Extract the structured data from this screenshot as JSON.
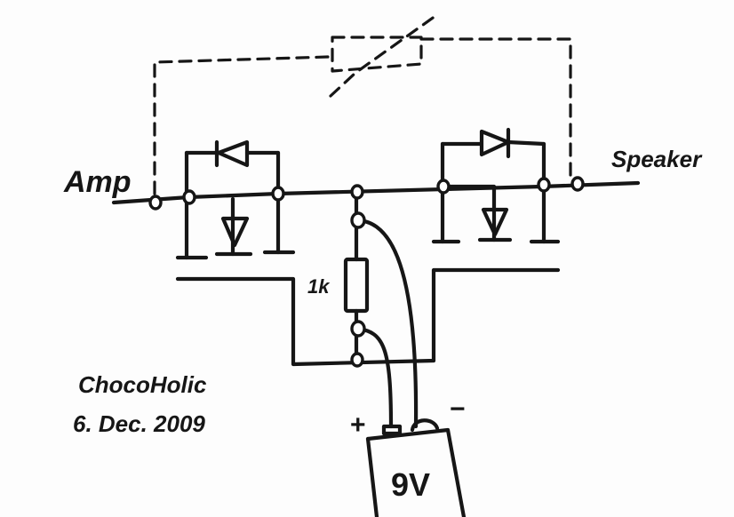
{
  "diagram": {
    "input_label": "Amp",
    "output_label": "Speaker",
    "resistor_label": "1k",
    "battery_label": "9V",
    "battery_plus": "+",
    "battery_minus": "−",
    "author": "ChocoHolic",
    "date": "6. Dec. 2009",
    "ink_color": "#161616",
    "paper_color": "#fdfdfd"
  }
}
